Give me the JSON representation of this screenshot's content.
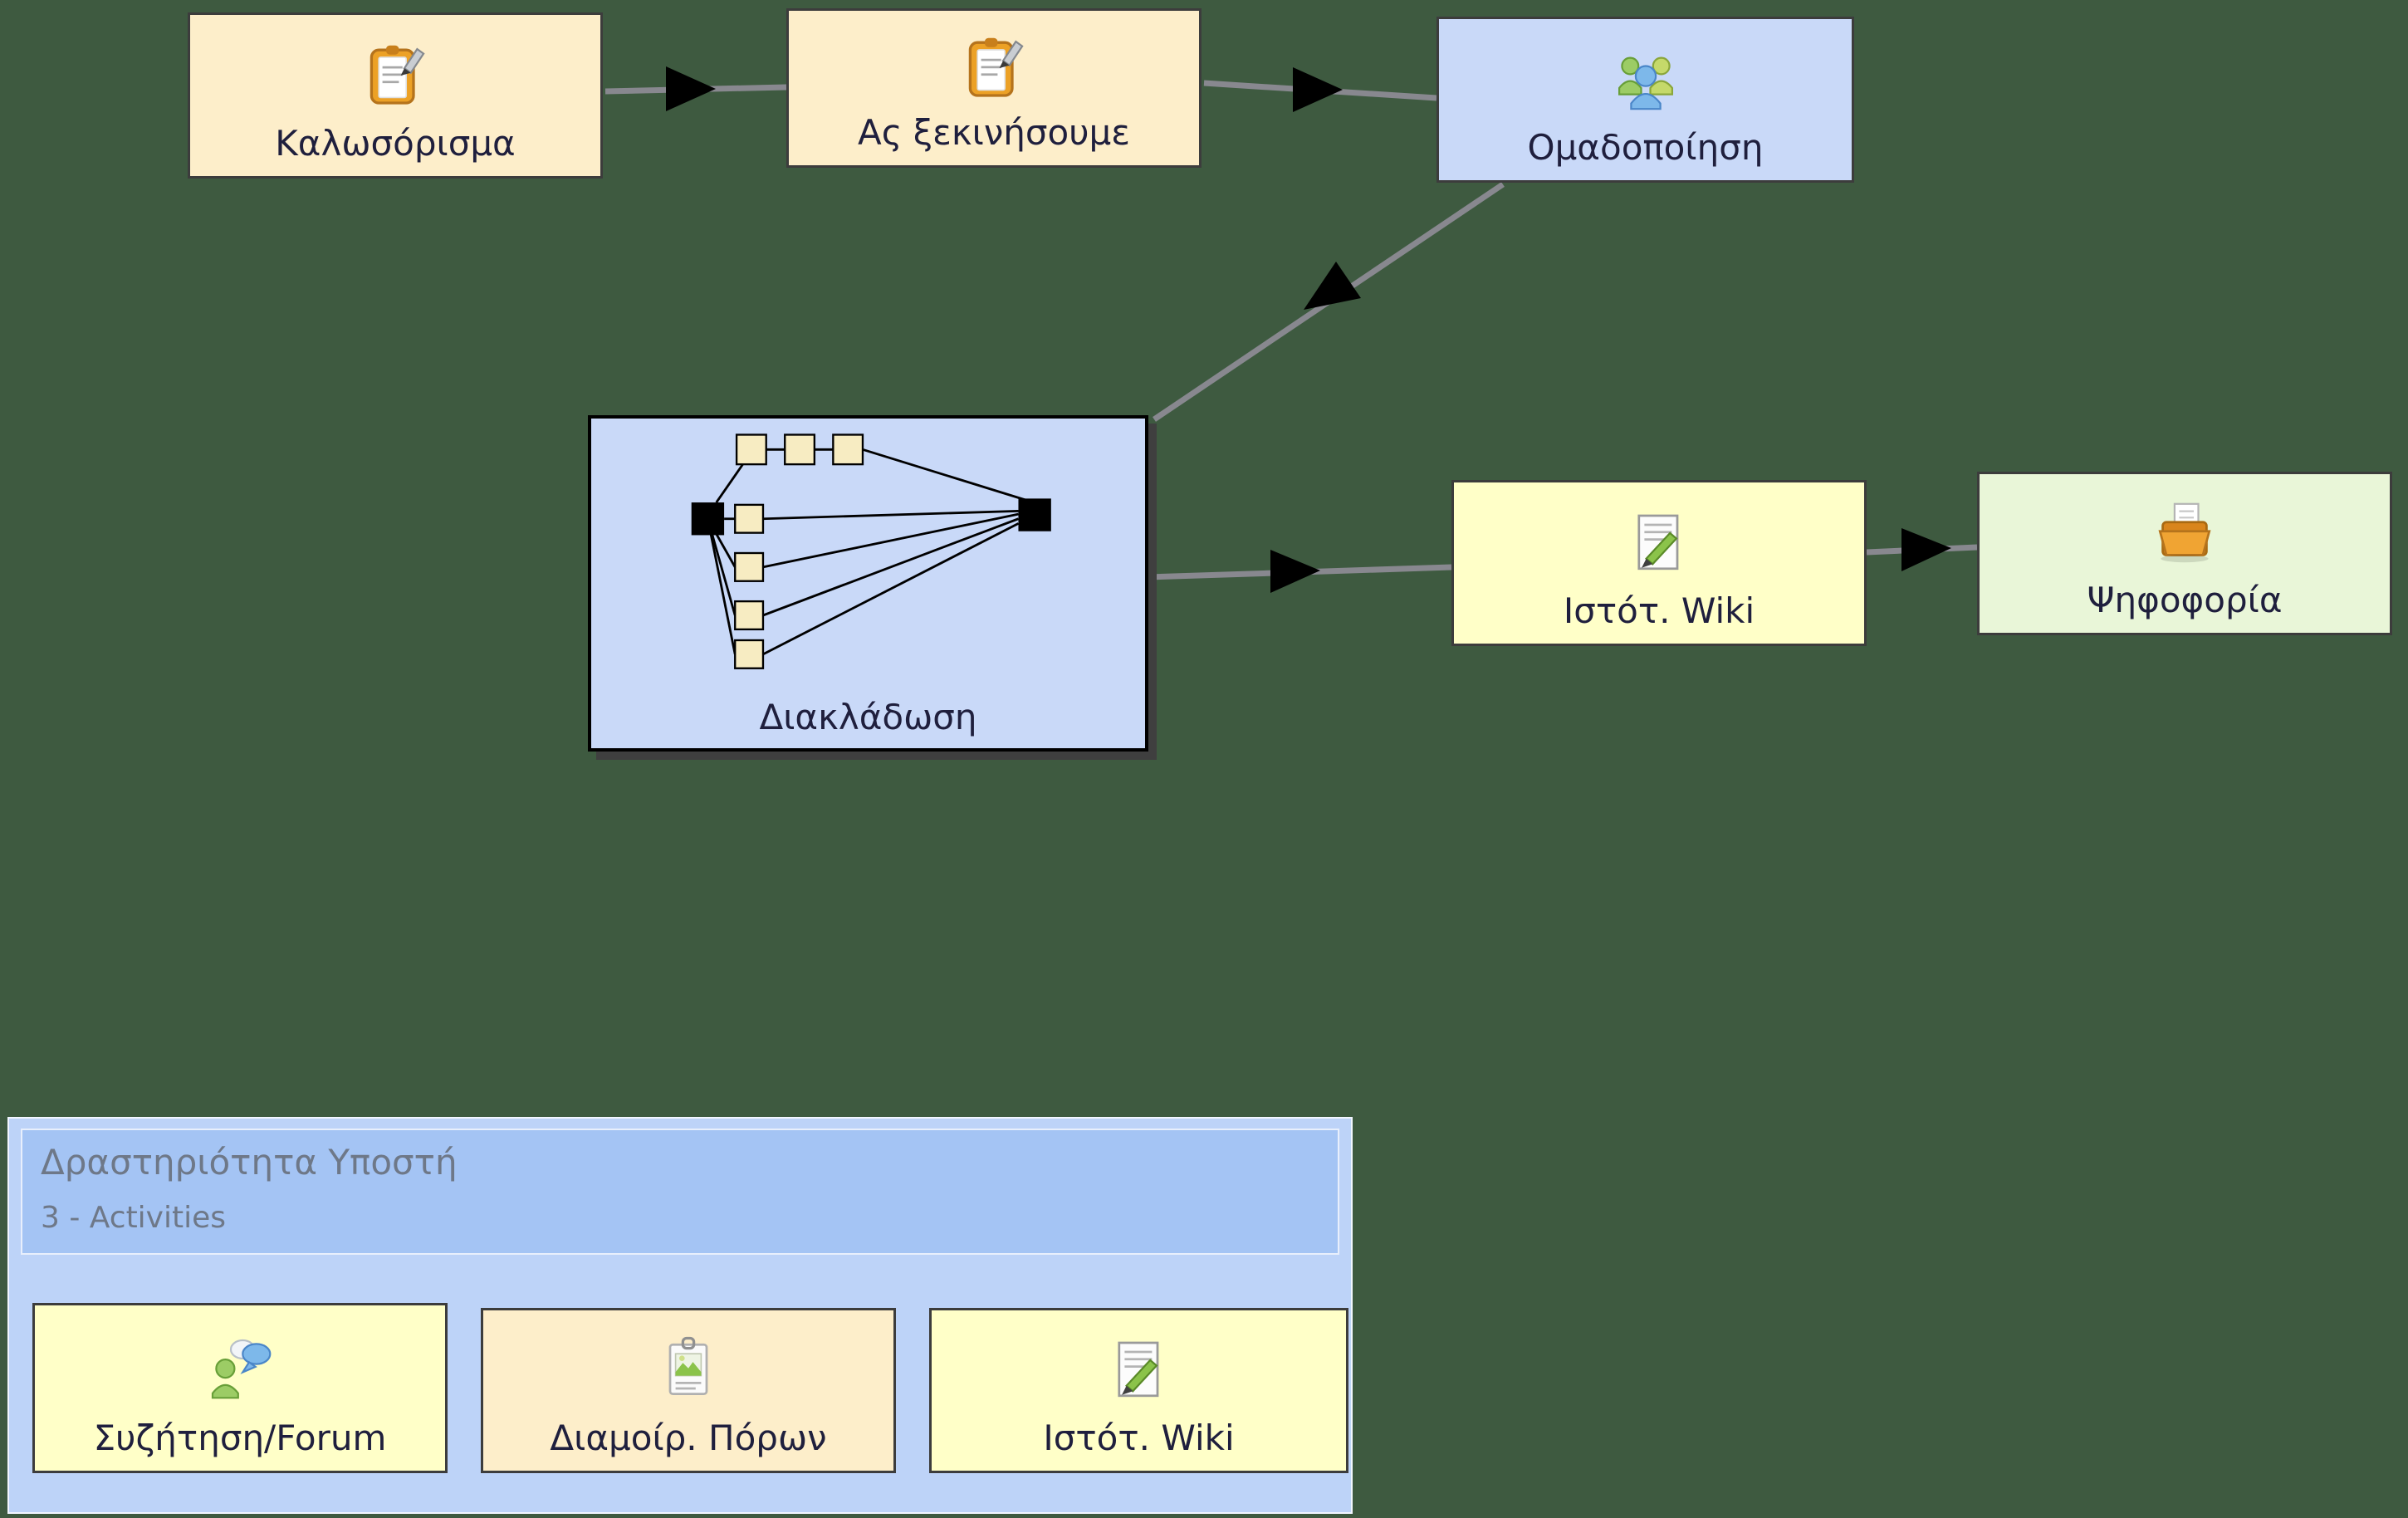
{
  "app": "Learning design authoring canvas",
  "background_color": "#3e5a40",
  "activities": [
    {
      "id": "welcome",
      "label": "Καλωσόρισμα",
      "icon": "notepad-icon",
      "color": "#fdeeca"
    },
    {
      "id": "lets-start",
      "label": "Ας ξεκινήσουμε",
      "icon": "notepad-icon",
      "color": "#fdeeca"
    },
    {
      "id": "grouping",
      "label": "Ομαδοποίηση",
      "icon": "grouping-icon",
      "color": "#c9d9f8"
    },
    {
      "id": "branching",
      "label": "Διακλάδωση",
      "icon": "branching-diagram",
      "color": "#c9d9f8"
    },
    {
      "id": "wiki",
      "label": "Ιστότ. Wiki",
      "icon": "wiki-icon",
      "color": "#ffffc8"
    },
    {
      "id": "voting",
      "label": "Ψηφοφορία",
      "icon": "vote-icon",
      "color": "#e9f6d8"
    }
  ],
  "connections": [
    {
      "from": "welcome",
      "to": "lets-start"
    },
    {
      "from": "lets-start",
      "to": "grouping"
    },
    {
      "from": "grouping",
      "to": "branching"
    },
    {
      "from": "branching",
      "to": "wiki"
    },
    {
      "from": "wiki",
      "to": "voting"
    }
  ],
  "panel": {
    "title": "Δραστηριότητα Υποστή",
    "subtitle": "3 - Activities",
    "items": [
      {
        "label": "Συζήτηση/Forum",
        "icon": "forum-icon",
        "color": "#ffffc8"
      },
      {
        "label": "Διαμοίρ. Πόρων",
        "icon": "share-resources-icon",
        "color": "#fdeeca"
      },
      {
        "label": "Ιστότ. Wiki",
        "icon": "wiki-icon",
        "color": "#ffffc8"
      }
    ]
  },
  "colors": {
    "cream_box": "#fdeeca",
    "blue_box": "#c9d9f8",
    "yellow_box": "#ffffc8",
    "green_box": "#e9f6d8",
    "panel_bg": "#bdd3f8",
    "panel_header_bg": "#a4c4f4",
    "connector_line": "#88888f",
    "arrowhead": "#000000",
    "label_text": "#1f1f3d",
    "panel_text": "#6e7888"
  }
}
